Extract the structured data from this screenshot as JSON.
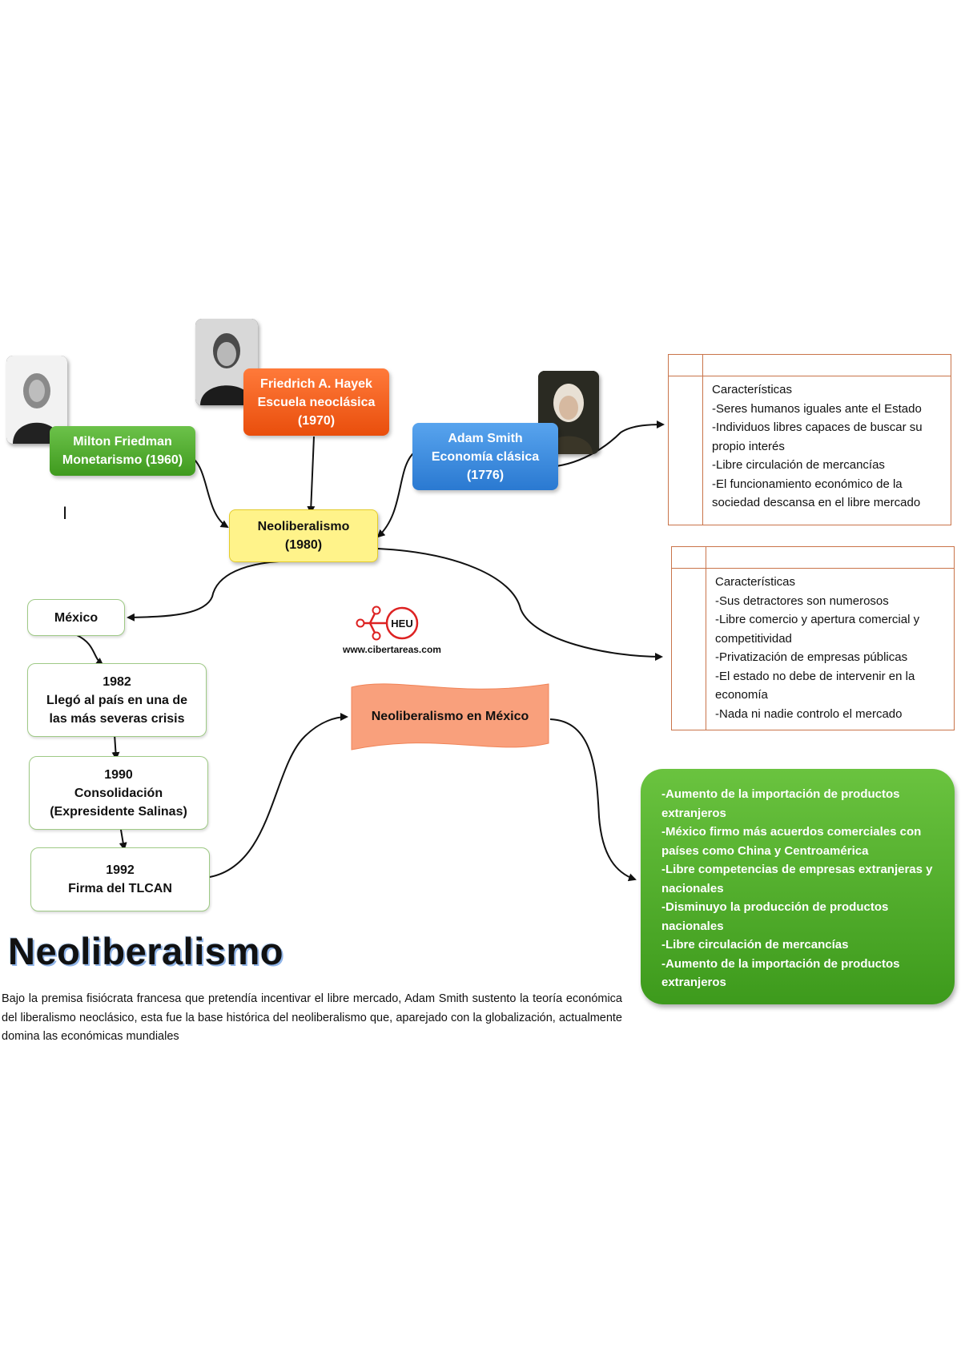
{
  "nodes": {
    "friedman": {
      "line1": "Milton Friedman",
      "line2": "Monetarismo (1960)"
    },
    "hayek": {
      "line1": "Friedrich A. Hayek",
      "line2": "Escuela neoclásica",
      "line3": "(1970)"
    },
    "smith": {
      "line1": "Adam Smith",
      "line2": "Economía clásica",
      "line3": "(1776)"
    },
    "neoliberalismo": {
      "line1": "Neoliberalismo",
      "line2": "(1980)"
    },
    "mexico": "México",
    "y1982": {
      "year": "1982",
      "line1": "Llegó al país en una de",
      "line2": "las más severas crisis"
    },
    "y1990": {
      "year": "1990",
      "line1": "Consolidación",
      "line2": "(Expresidente Salinas)"
    },
    "y1992": {
      "year": "1992",
      "line1": "Firma del TLCAN"
    },
    "banner": "Neoliberalismo en México"
  },
  "logo": {
    "text": "HEU",
    "url": "www.cibertareas.com"
  },
  "table1": {
    "lines": [
      "Características",
      "-Seres humanos iguales ante el Estado",
      "-Individuos libres capaces de buscar su",
      "propio interés",
      "-Libre circulación de mercancías",
      "-El funcionamiento económico de la",
      "sociedad descansa en el libre mercado"
    ]
  },
  "table2": {
    "lines": [
      "Características",
      "-Sus detractores son numerosos",
      "-Libre comercio y apertura comercial y",
      "competitividad",
      "-Privatización de empresas públicas",
      "-El estado no debe de intervenir en la",
      "economía",
      "-Nada ni nadie controlo el mercado"
    ]
  },
  "green_list": {
    "lines": [
      "-Aumento de la importación de productos",
      "extranjeros",
      "-México firmo más acuerdos comerciales con",
      "países como China y Centroamérica",
      "-Libre competencias de empresas extranjeras y",
      "nacionales",
      "-Disminuyo la producción de productos",
      "nacionales",
      "-Libre circulación de mercancías",
      "-Aumento de la importación de productos",
      "extranjeros"
    ]
  },
  "title": "Neoliberalismo",
  "paragraph": "Bajo la premisa fisiócrata francesa que pretendía incentivar el libre mercado, Adam Smith sustento la teoría económica del liberalismo neoclásico, esta fue la base histórica del neoliberalismo que, aparejado con la globalización, actualmente domina las económicas mundiales",
  "stray_mark": "I",
  "colors": {
    "green": "#4fae2a",
    "orange": "#ef5a14",
    "blue": "#3a8ce2",
    "yellow": "#fff38a",
    "salmon": "#f9a07c",
    "table_border": "#c9744a"
  }
}
